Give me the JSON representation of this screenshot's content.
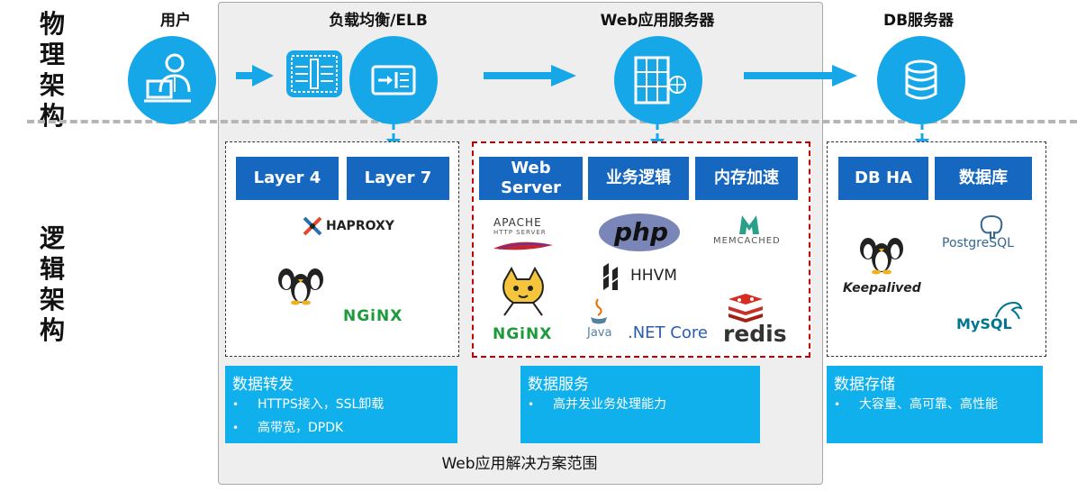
{
  "side": {
    "physical": [
      "物",
      "理",
      "架",
      "构"
    ],
    "logical": [
      "逻",
      "辑",
      "架",
      "构"
    ]
  },
  "physical": {
    "user": "用户",
    "elb": "负载均衡/ELB",
    "web": "Web应用服务器",
    "db": "DB服务器"
  },
  "tags": {
    "layer4": "Layer 4",
    "layer7": "Layer 7",
    "web_server": "Web Server",
    "business_logic": "业务逻辑",
    "memory_accel": "内存加速",
    "db_ha": "DB HA",
    "database": "数据库"
  },
  "logos": {
    "haproxy": "HAPROXY",
    "nginx": "NGiNX",
    "apache": "APACHE",
    "apache_sub": "HTTP SERVER",
    "php": "php",
    "hhvm": "HHVM",
    "memcached": "MEMCACHED",
    "java": "Java",
    "netcore": ".NET Core",
    "redis": "redis",
    "postgres": "PostgreSQL",
    "keepalived": "Keepalived",
    "mysql": "MySQL"
  },
  "info": {
    "forward": {
      "title": "数据转发",
      "items": [
        "HTTPS接入，SSL卸载",
        "高带宽，DPDK"
      ]
    },
    "service": {
      "title": "数据服务",
      "items": [
        "高并发业务处理能力"
      ]
    },
    "storage": {
      "title": "数据存储",
      "items": [
        "大容量、高可靠、高性能"
      ]
    }
  },
  "bullet": "•",
  "caption": "Web应用解决方案范围",
  "colors": {
    "circle": "#16a7e9",
    "tag": "#1567c0",
    "info": "#0fb0ec",
    "accent_red": "#c00000"
  }
}
